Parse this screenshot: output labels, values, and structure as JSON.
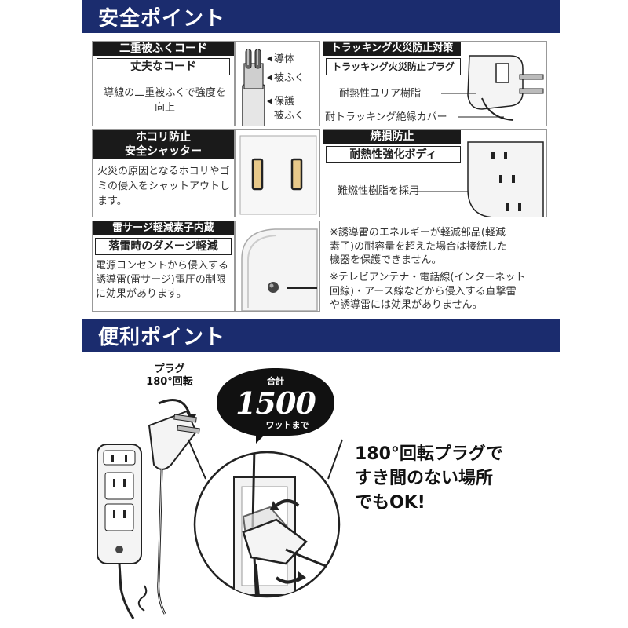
{
  "safety": {
    "heading": "安全ポイント",
    "cord": {
      "title": "二重被ふくコード",
      "subtitle": "丈夫なコード",
      "body": "導線の二重被ふくで強度を向上",
      "labels": [
        "導体",
        "被ふく",
        "保護",
        "被ふく"
      ]
    },
    "tracking": {
      "title": "トラッキング火災防止対策",
      "subtitle": "トラッキング火災防止プラグ",
      "labels": [
        "耐熱性ユリア樹脂",
        "耐トラッキング絶縁カバー"
      ]
    },
    "dust": {
      "title_lines": [
        "ホコリ防止",
        "安全シャッター"
      ],
      "body": "火災の原因となるホコリやゴミの侵入をシャットアウトします。"
    },
    "burn": {
      "title": "焼損防止",
      "subtitle": "耐熱性強化ボディ",
      "label": "難燃性樹脂を採用"
    },
    "surge": {
      "title": "雷サージ軽減素子内蔵",
      "subtitle": "落雷時のダメージ軽減",
      "body": "電源コンセントから侵入する誘導雷(雷サージ)電圧の制限に効果があります。"
    },
    "notes": [
      "※誘導雷のエネルギーが軽減部品(軽減\n素子)の耐容量を超えた場合は接続した\n機器を保護できません。",
      "※テレビアンテナ・電話線(インターネット\n回線)・アース線などから侵入する直撃雷\nや誘導雷には効果がありません。"
    ]
  },
  "convenience": {
    "heading": "便利ポイント",
    "plug_label_lines": [
      "プラグ",
      "180°回転"
    ],
    "sticker_small_top": "合計",
    "sticker_number": "1500",
    "sticker_small_bottom": "ワットまで",
    "caption_lines": [
      "180°回転プラグで",
      "すき間のない場所",
      "でもOK!"
    ]
  }
}
